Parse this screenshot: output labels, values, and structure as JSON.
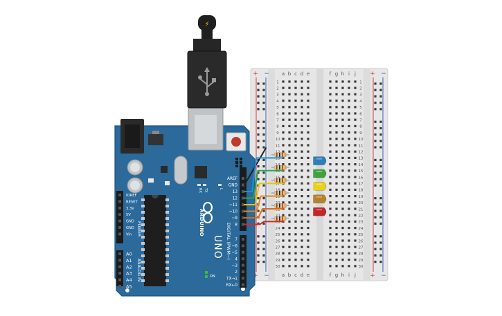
{
  "arduino": {
    "brand": "ARDUINO",
    "model": "UNO",
    "power_label": "POWER",
    "analog_label": "ANALOG IN",
    "digital_label": "DIGITAL (PWM~)",
    "on_label": "ON",
    "tx_label": "TX",
    "rx_label": "RX",
    "l_label": "L",
    "power_pins": [
      "IOREF",
      "RESET",
      "3.3V",
      "5V",
      "GND",
      "GND",
      "Vin"
    ],
    "analog_pins": [
      "A0",
      "A1",
      "A2",
      "A3",
      "A4",
      "A5"
    ],
    "digital_upper": [
      "AREF",
      "GND",
      "13",
      "12",
      "~11",
      "~10",
      "~9",
      "8"
    ],
    "digital_lower": [
      "7",
      "~6",
      "~5",
      "4",
      "~3",
      "2",
      "TX→1",
      "RX←0"
    ],
    "colors": {
      "board": "#2b6a9b",
      "board_dark": "#1f5580",
      "silk": "#ffffff"
    }
  },
  "usb": {
    "icon": "usb-icon",
    "plug_icon": "lightning-icon"
  },
  "breadboard": {
    "col_letters_left": [
      "a",
      "b",
      "c",
      "d",
      "e"
    ],
    "col_letters_right": [
      "f",
      "g",
      "h",
      "i",
      "j"
    ],
    "rail_plus": "+",
    "rail_minus": "−",
    "rows": 30,
    "colors": {
      "body": "#e4e4e4",
      "rail_red": "#d43c3c",
      "rail_blue": "#3c5fb5"
    }
  },
  "leds": [
    {
      "color": "#2c7fb8",
      "name": "blue"
    },
    {
      "color": "#3fa33c",
      "name": "green"
    },
    {
      "color": "#e8d21e",
      "name": "yellow"
    },
    {
      "color": "#b7822a",
      "name": "orange"
    },
    {
      "color": "#c0262a",
      "name": "red"
    }
  ],
  "wires": [
    {
      "from": "GND",
      "color": "#222222"
    },
    {
      "from": "13",
      "color": "#1f8fd6"
    },
    {
      "from": "12",
      "color": "#2aa84a"
    },
    {
      "from": "~11",
      "color": "#e6c31a"
    },
    {
      "from": "~10",
      "color": "#e08a1c"
    },
    {
      "from": "~9",
      "color": "#e06b10"
    },
    {
      "from": "8",
      "color": "#d42a2a"
    }
  ]
}
